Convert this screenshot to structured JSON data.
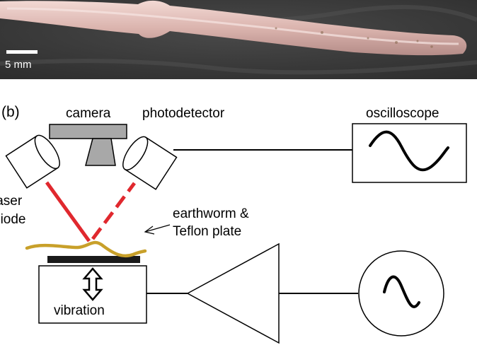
{
  "photo": {
    "scale_label": "5 mm",
    "colors": {
      "background": "#3c3c3c",
      "worm": "#d9b6b0",
      "scale_bar": "#ffffff"
    }
  },
  "schematic": {
    "panel_label": "(b)",
    "labels": {
      "camera": "camera",
      "photodetector": "photodetector",
      "oscilloscope": "oscilloscope",
      "laser_line1": "laser",
      "laser_line2": "diode",
      "specimen_line1": "earthworm &",
      "specimen_line2": "Teflon plate",
      "vibration": "vibration"
    },
    "colors": {
      "laser_beam": "#e0282e",
      "worm": "#c8a02a",
      "camera_lens": "#a8a8a8",
      "plate": "#1a1a1a"
    },
    "icons": [
      "camera-icon",
      "laser-diode-icon",
      "photodetector-icon",
      "oscilloscope-icon",
      "amplifier-triangle-icon",
      "signal-generator-icon",
      "double-arrow-icon"
    ]
  }
}
